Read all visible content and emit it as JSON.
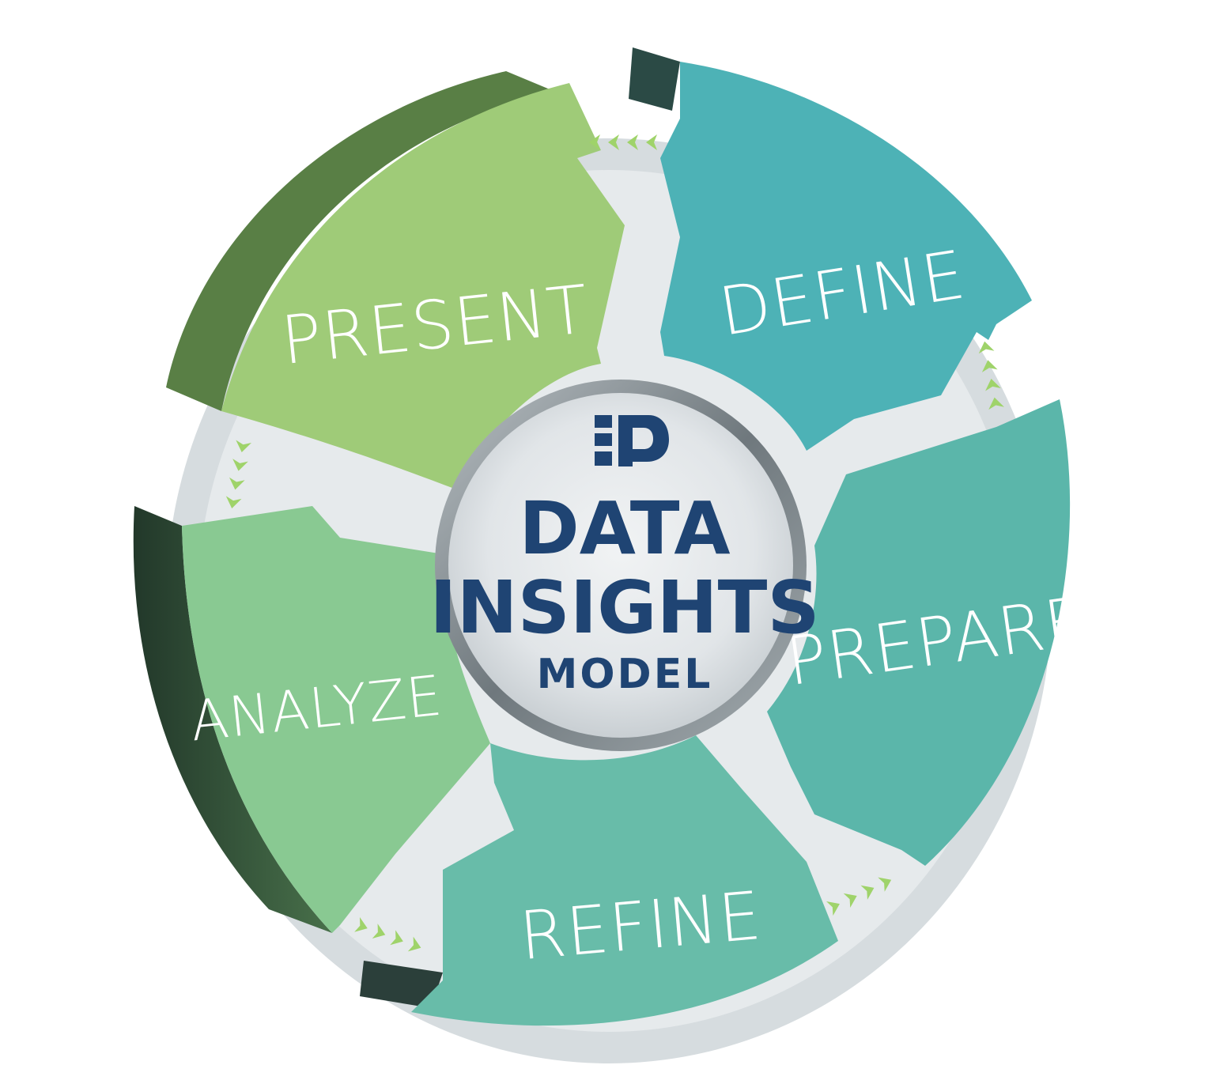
{
  "diagram": {
    "center": {
      "line1": "DATA",
      "line2": "INSIGHTS",
      "line3": "MODEL",
      "logo": "data-insights-logo",
      "title_color": "#1f4473"
    },
    "segments": [
      {
        "id": "define",
        "label": "DEFINE",
        "color": "#4db2b6",
        "side_color": "#2f6e6a"
      },
      {
        "id": "prepare",
        "label": "PREPARE",
        "color": "#5bb6aa",
        "side_color": "#2f6b62"
      },
      {
        "id": "refine",
        "label": "REFINE",
        "color": "#68bca9",
        "side_color": "#2d5e52"
      },
      {
        "id": "analyze",
        "label": "ANALYZE",
        "color": "#89c992",
        "side_color": "#3f6e45"
      },
      {
        "id": "present",
        "label": "PRESENT",
        "color": "#9fcb78",
        "side_color": "#5f8a45"
      }
    ],
    "connector_color": "#d9dfe2",
    "chevron_color": "#9fd36a",
    "hub_ring_color": "#9aa3a8"
  }
}
